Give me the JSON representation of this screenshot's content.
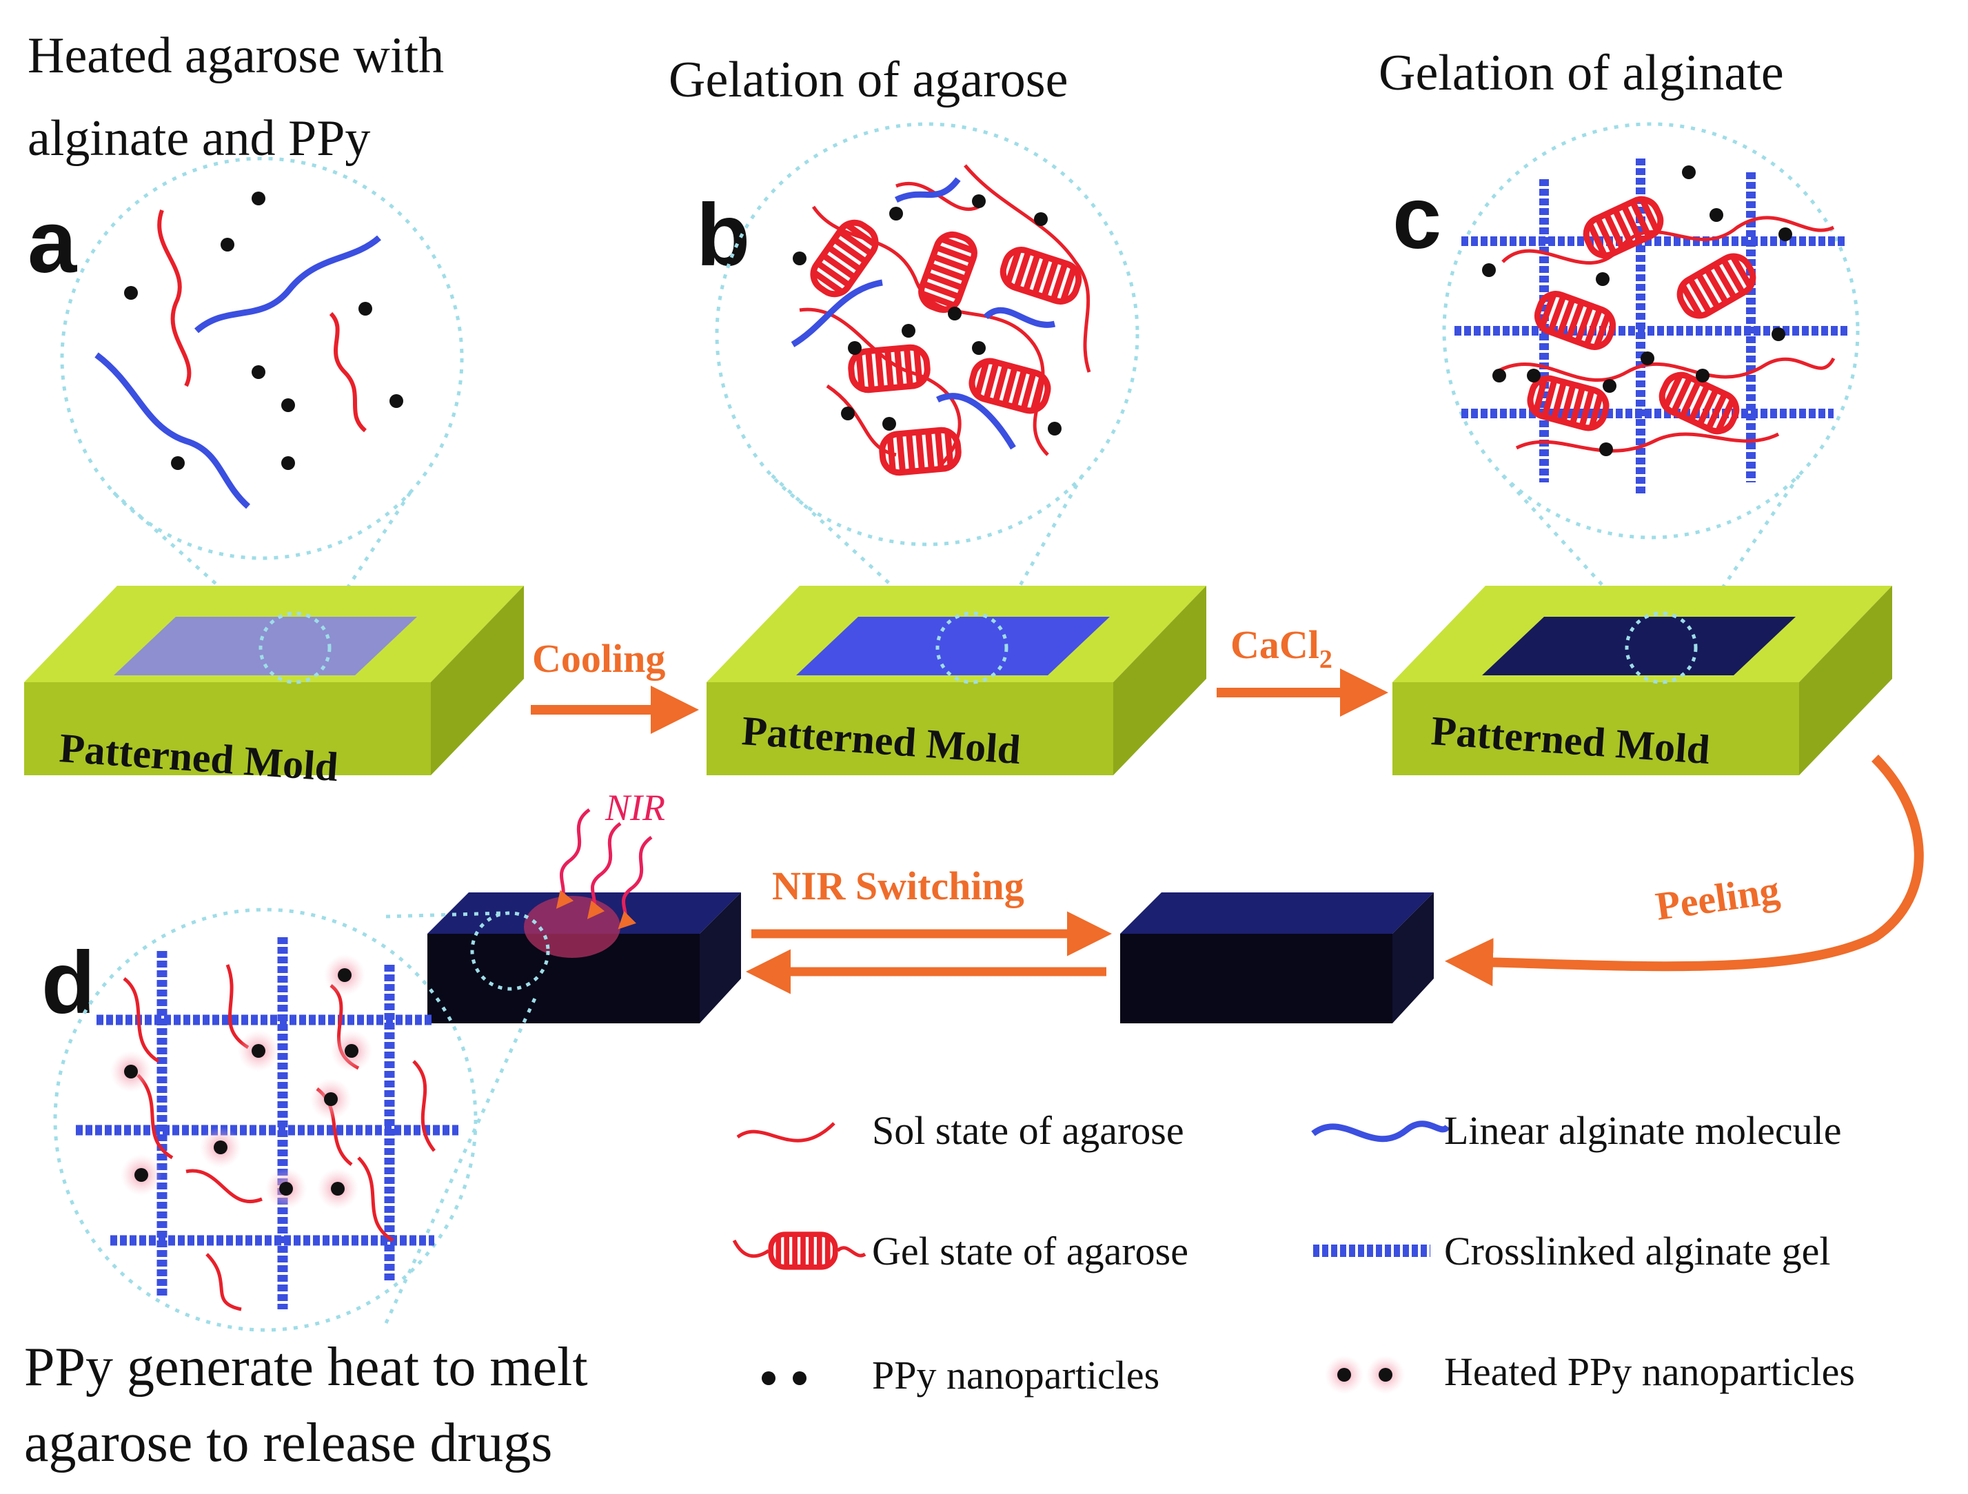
{
  "panels": {
    "a": {
      "letter": "a",
      "caption_line1": "Heated agarose with",
      "caption_line2": "alginate and PPy"
    },
    "b": {
      "letter": "b",
      "caption": "Gelation of agarose"
    },
    "c": {
      "letter": "c",
      "caption": "Gelation of alginate"
    },
    "d": {
      "letter": "d",
      "caption_line1": "PPy generate heat to melt",
      "caption_line2": "agarose to release drugs"
    }
  },
  "molds": {
    "label": "Patterned Mold"
  },
  "steps": {
    "cooling": "Cooling",
    "cacl_base": "CaCl",
    "cacl_sub": "2",
    "peeling": "Peeling",
    "nir_switching": "NIR Switching",
    "nir": "NIR"
  },
  "legend": {
    "sol_agarose": "Sol state of agarose",
    "gel_agarose": "Gel state of agarose",
    "ppy_np": "PPy nanoparticles",
    "linear_alginate": "Linear alginate molecule",
    "crosslinked_alginate": "Crosslinked alginate gel",
    "heated_ppy": "Heated PPy nanoparticles"
  },
  "colors": {
    "mold_top": "#c8e23a",
    "mold_front": "#a9c423",
    "mold_side": "#8fa81a",
    "arrow": "#ef6c2a",
    "agarose": "#e8202a",
    "alginate": "#3b4fe0",
    "ppy": "#111111",
    "halo": "#f4a0b0",
    "zoom": "#9fdde8"
  }
}
